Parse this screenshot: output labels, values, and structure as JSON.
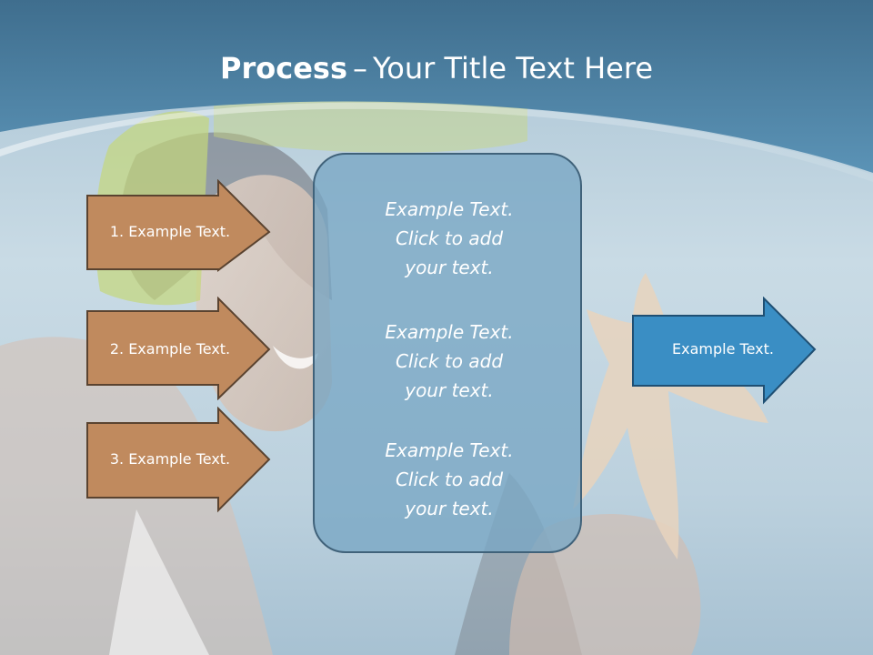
{
  "title": {
    "bold": "Process",
    "dash": "–",
    "rest": "Your Title Text Here"
  },
  "steps": [
    {
      "label": "1. Example Text."
    },
    {
      "label": "2. Example Text."
    },
    {
      "label": "3. Example Text."
    }
  ],
  "center_blocks": [
    {
      "line1": "Example Text.",
      "line2": "Click  to add",
      "line3": "your text."
    },
    {
      "line1": "Example Text.",
      "line2": "Click  to add",
      "line3": "your text."
    },
    {
      "line1": "Example Text.",
      "line2": "Click  to add",
      "line3": "your text."
    }
  ],
  "output": {
    "label": "Example Text."
  },
  "colors": {
    "header": "#4f86a8",
    "step_arrow": "#c08a5e",
    "step_arrow_border": "#5a4330",
    "center_box": "#78a6c4",
    "center_box_border": "#40627a",
    "output_arrow": "#3a8ec4",
    "output_arrow_border": "#1f4f73"
  }
}
